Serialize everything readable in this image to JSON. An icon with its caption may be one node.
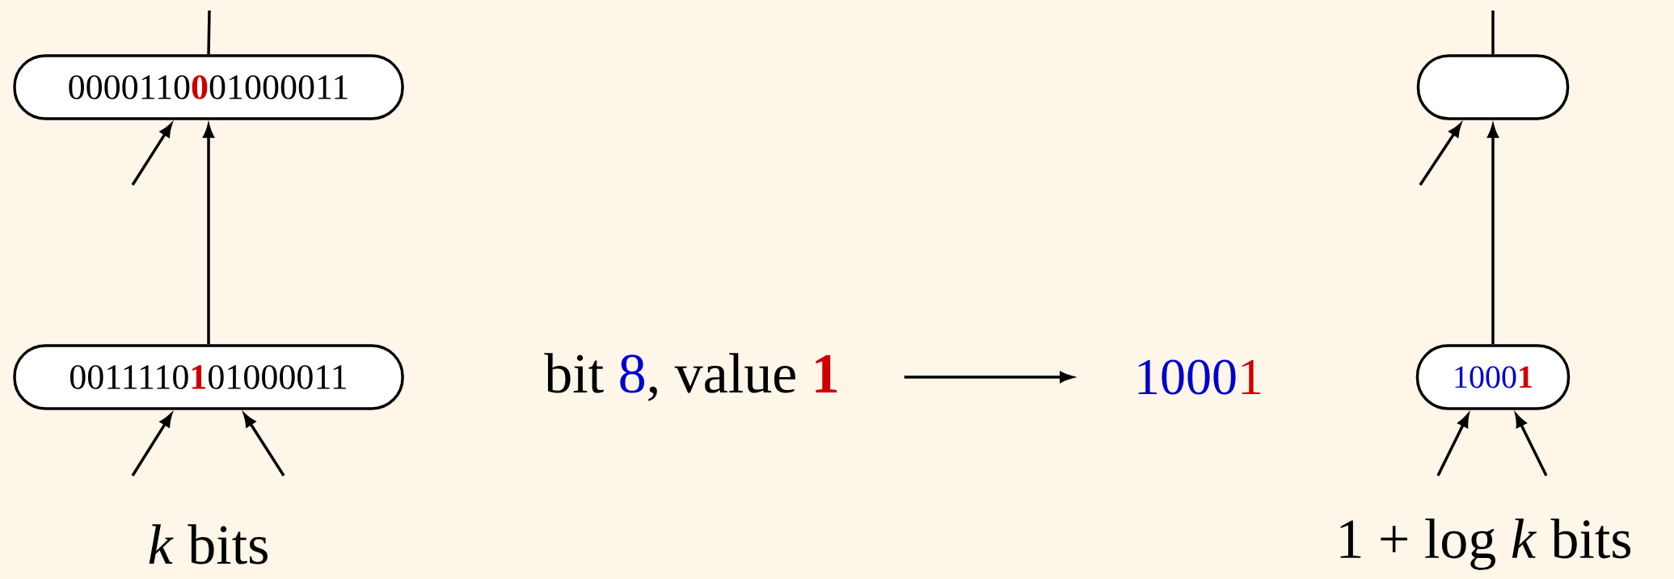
{
  "diagram": {
    "nodes": [
      {
        "text": [
          "0000110",
          "0",
          "01000011"
        ]
      },
      {
        "text": [
          "0011110",
          "1",
          "01000011"
        ]
      },
      {
        "text": [
          "bit",
          "8",
          ", value",
          "1"
        ]
      },
      {
        "text": [
          "1000",
          "1"
        ]
      },
      {
        "text": [],
        "shape": "box"
      },
      {
        "text": [
          "1000",
          "1"
        ]
      }
    ],
    "edges": [
      {
        "from": null,
        "to": 0,
        "arrow": "to"
      },
      {
        "from": 1,
        "to": 0,
        "arrow": "to"
      },
      {
        "from": 0,
        "to": null,
        "arrow": "none"
      },
      {
        "from": null,
        "to": 1,
        "arrow": "to"
      },
      {
        "from": null,
        "to": 1,
        "arrow": "to"
      },
      {
        "from": 2,
        "to": 3,
        "arrow": "to"
      },
      {
        "from": null,
        "to": 4,
        "arrow": "to"
      },
      {
        "from": 5,
        "to": 4,
        "arrow": "to"
      },
      {
        "from": 4,
        "to": null,
        "arrow": "none"
      },
      {
        "from": null,
        "to": 5,
        "arrow": "to"
      },
      {
        "from": null,
        "to": 5,
        "arrow": "to"
      }
    ],
    "labels": [
      "*k* bits",
      "1 + log *k* bits"
    ]
  }
}
